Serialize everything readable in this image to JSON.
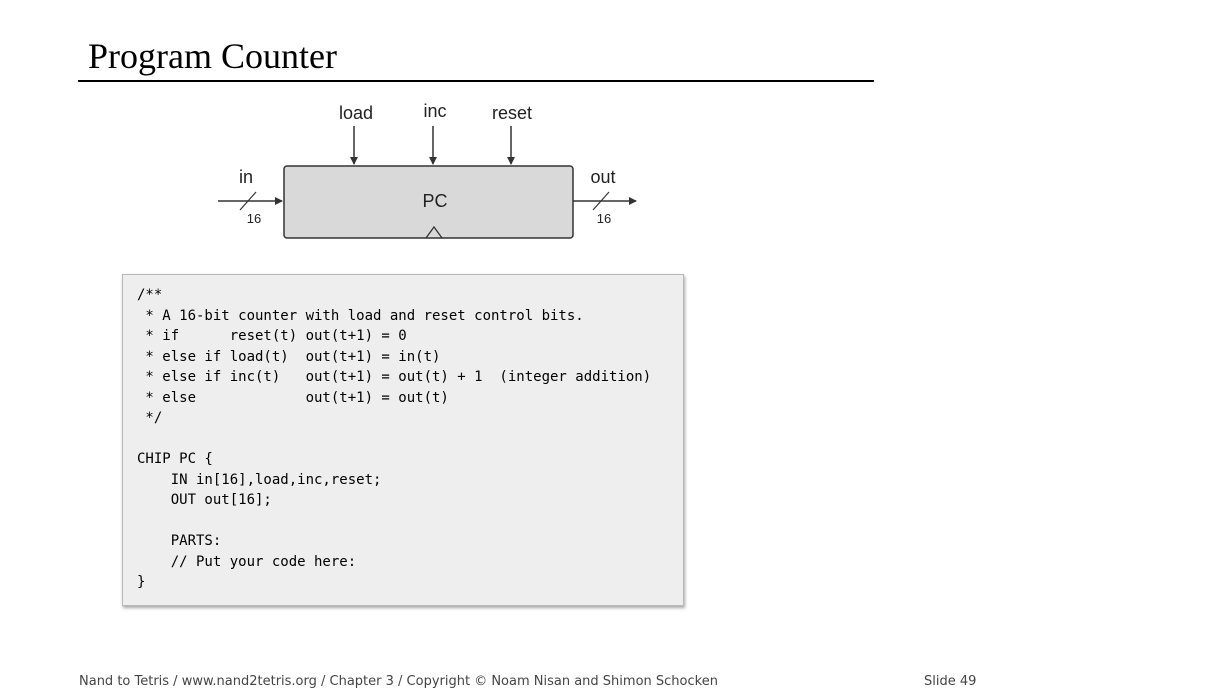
{
  "slide": {
    "title": "Program Counter",
    "footer_left": "Nand to Tetris / www.nand2tetris.org / Chapter 3 / Copyright © Noam Nisan and Shimon Schocken",
    "footer_right": "Slide 49"
  },
  "diagram": {
    "chip_label": "PC",
    "input_label": "in",
    "output_label": "out",
    "input_width": "16",
    "output_width": "16",
    "control_labels": {
      "load": "load",
      "inc": "inc",
      "reset": "reset"
    },
    "colors": {
      "chip_fill": "#d9d9d9",
      "stroke": "#333333",
      "code_bg": "#eeeeee"
    }
  },
  "code": {
    "text": "/**\n * A 16-bit counter with load and reset control bits.\n * if      reset(t) out(t+1) = 0\n * else if load(t)  out(t+1) = in(t)\n * else if inc(t)   out(t+1) = out(t) + 1  (integer addition)\n * else             out(t+1) = out(t)\n */\n\nCHIP PC {\n    IN in[16],load,inc,reset;\n    OUT out[16];\n\n    PARTS:\n    // Put your code here:\n}"
  }
}
